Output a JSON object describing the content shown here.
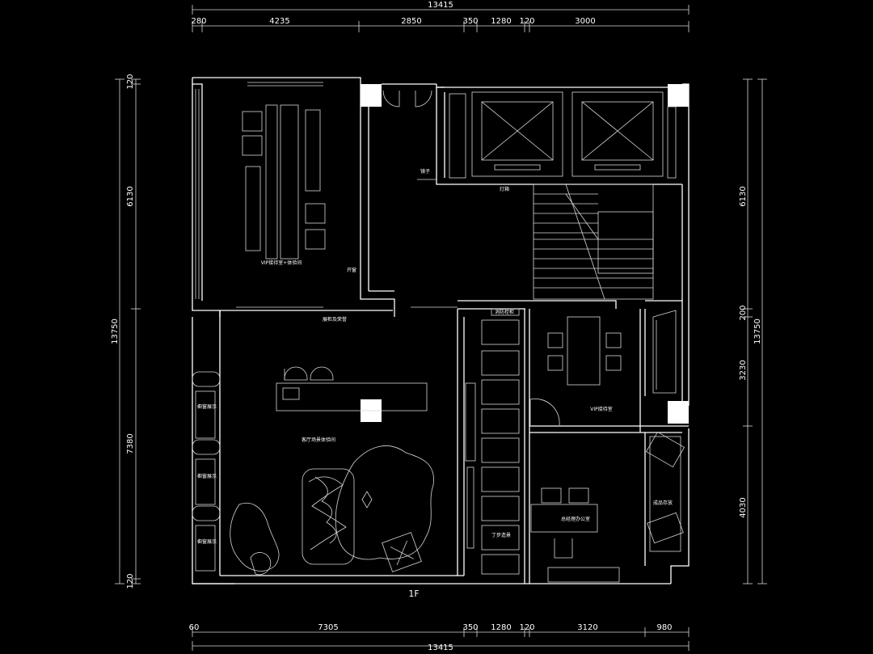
{
  "dimensions": {
    "top_total": "13415",
    "top_segments": [
      "280",
      "4235",
      "2850",
      "350",
      "1280",
      "120",
      "3000"
    ],
    "bottom_total": "13415",
    "bottom_segments": [
      "60",
      "7305",
      "350",
      "1280",
      "120",
      "3120",
      "980"
    ],
    "left_total": "13750",
    "left_segments": [
      "120",
      "6130",
      "7380",
      "120"
    ],
    "right_total": "13750",
    "right_segments": [
      "6130",
      "200",
      "3230",
      "4030"
    ]
  },
  "rooms": {
    "vip_experience": "VIP接待室+体验间",
    "open_window": "开窗",
    "display_cabinet": "展柜及荣誉",
    "lobby": "客厅场景体验间",
    "window_display_1": "橱窗展示",
    "window_display_2": "橱窗展示",
    "window_display_3": "橱窗展示",
    "corridor": "丁步造景",
    "vip_reception": "VIP接待室",
    "gm_office": "总经理办公室",
    "storage": "成品存放",
    "mirror": "镜子",
    "lamp_strip": "灯箱",
    "fire_hydrant": "消防栓柜"
  },
  "floor_label": "1F",
  "colors": {
    "background": "#000000",
    "line": "#ffffff"
  }
}
